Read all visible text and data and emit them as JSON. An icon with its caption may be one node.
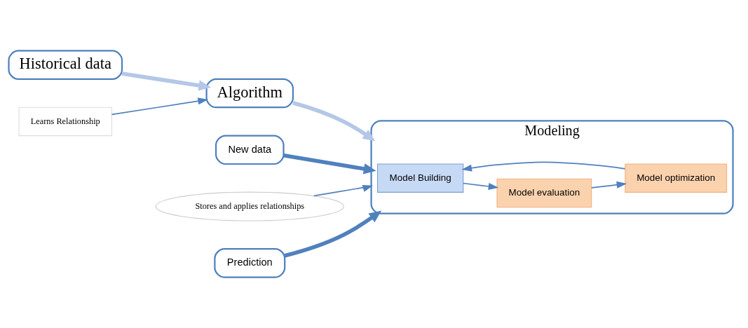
{
  "diagram": {
    "nodes": [
      {
        "text": [
          "Historical data"
        ]
      },
      {
        "text": [
          "Learns Relationship"
        ]
      },
      {
        "text": [
          "Algorithm"
        ]
      },
      {
        "text": [
          "New data"
        ]
      },
      {
        "text": [
          "Modeling"
        ]
      },
      {
        "text": [
          "Model Building"
        ],
        "in": 4
      },
      {
        "text": [
          "Model evaluation"
        ],
        "in": 4
      },
      {
        "text": [
          "Model optimization"
        ],
        "in": 4
      },
      {
        "text": [
          "Stores and applies relationships"
        ]
      },
      {
        "text": [
          "Prediction"
        ]
      }
    ],
    "edges": [
      {
        "from": 0,
        "to": 2,
        "arrow": "to",
        "style": "thick",
        "color": "#b4c7e7"
      },
      {
        "from": 1,
        "to": 2,
        "arrow": "to"
      },
      {
        "from": 2,
        "to": 4,
        "arrow": "to",
        "style": "thick",
        "color": "#b4c7e7"
      },
      {
        "from": 3,
        "to": 4,
        "arrow": "to",
        "style": "thick"
      },
      {
        "from": 5,
        "to": 6,
        "arrow": "to"
      },
      {
        "from": 6,
        "to": 7,
        "arrow": "to"
      },
      {
        "from": 7,
        "to": 5,
        "arrow": "to"
      },
      {
        "from": 8,
        "to": 4,
        "arrow": "to"
      },
      {
        "from": 9,
        "to": 4,
        "arrow": "to",
        "style": "thick"
      }
    ]
  }
}
